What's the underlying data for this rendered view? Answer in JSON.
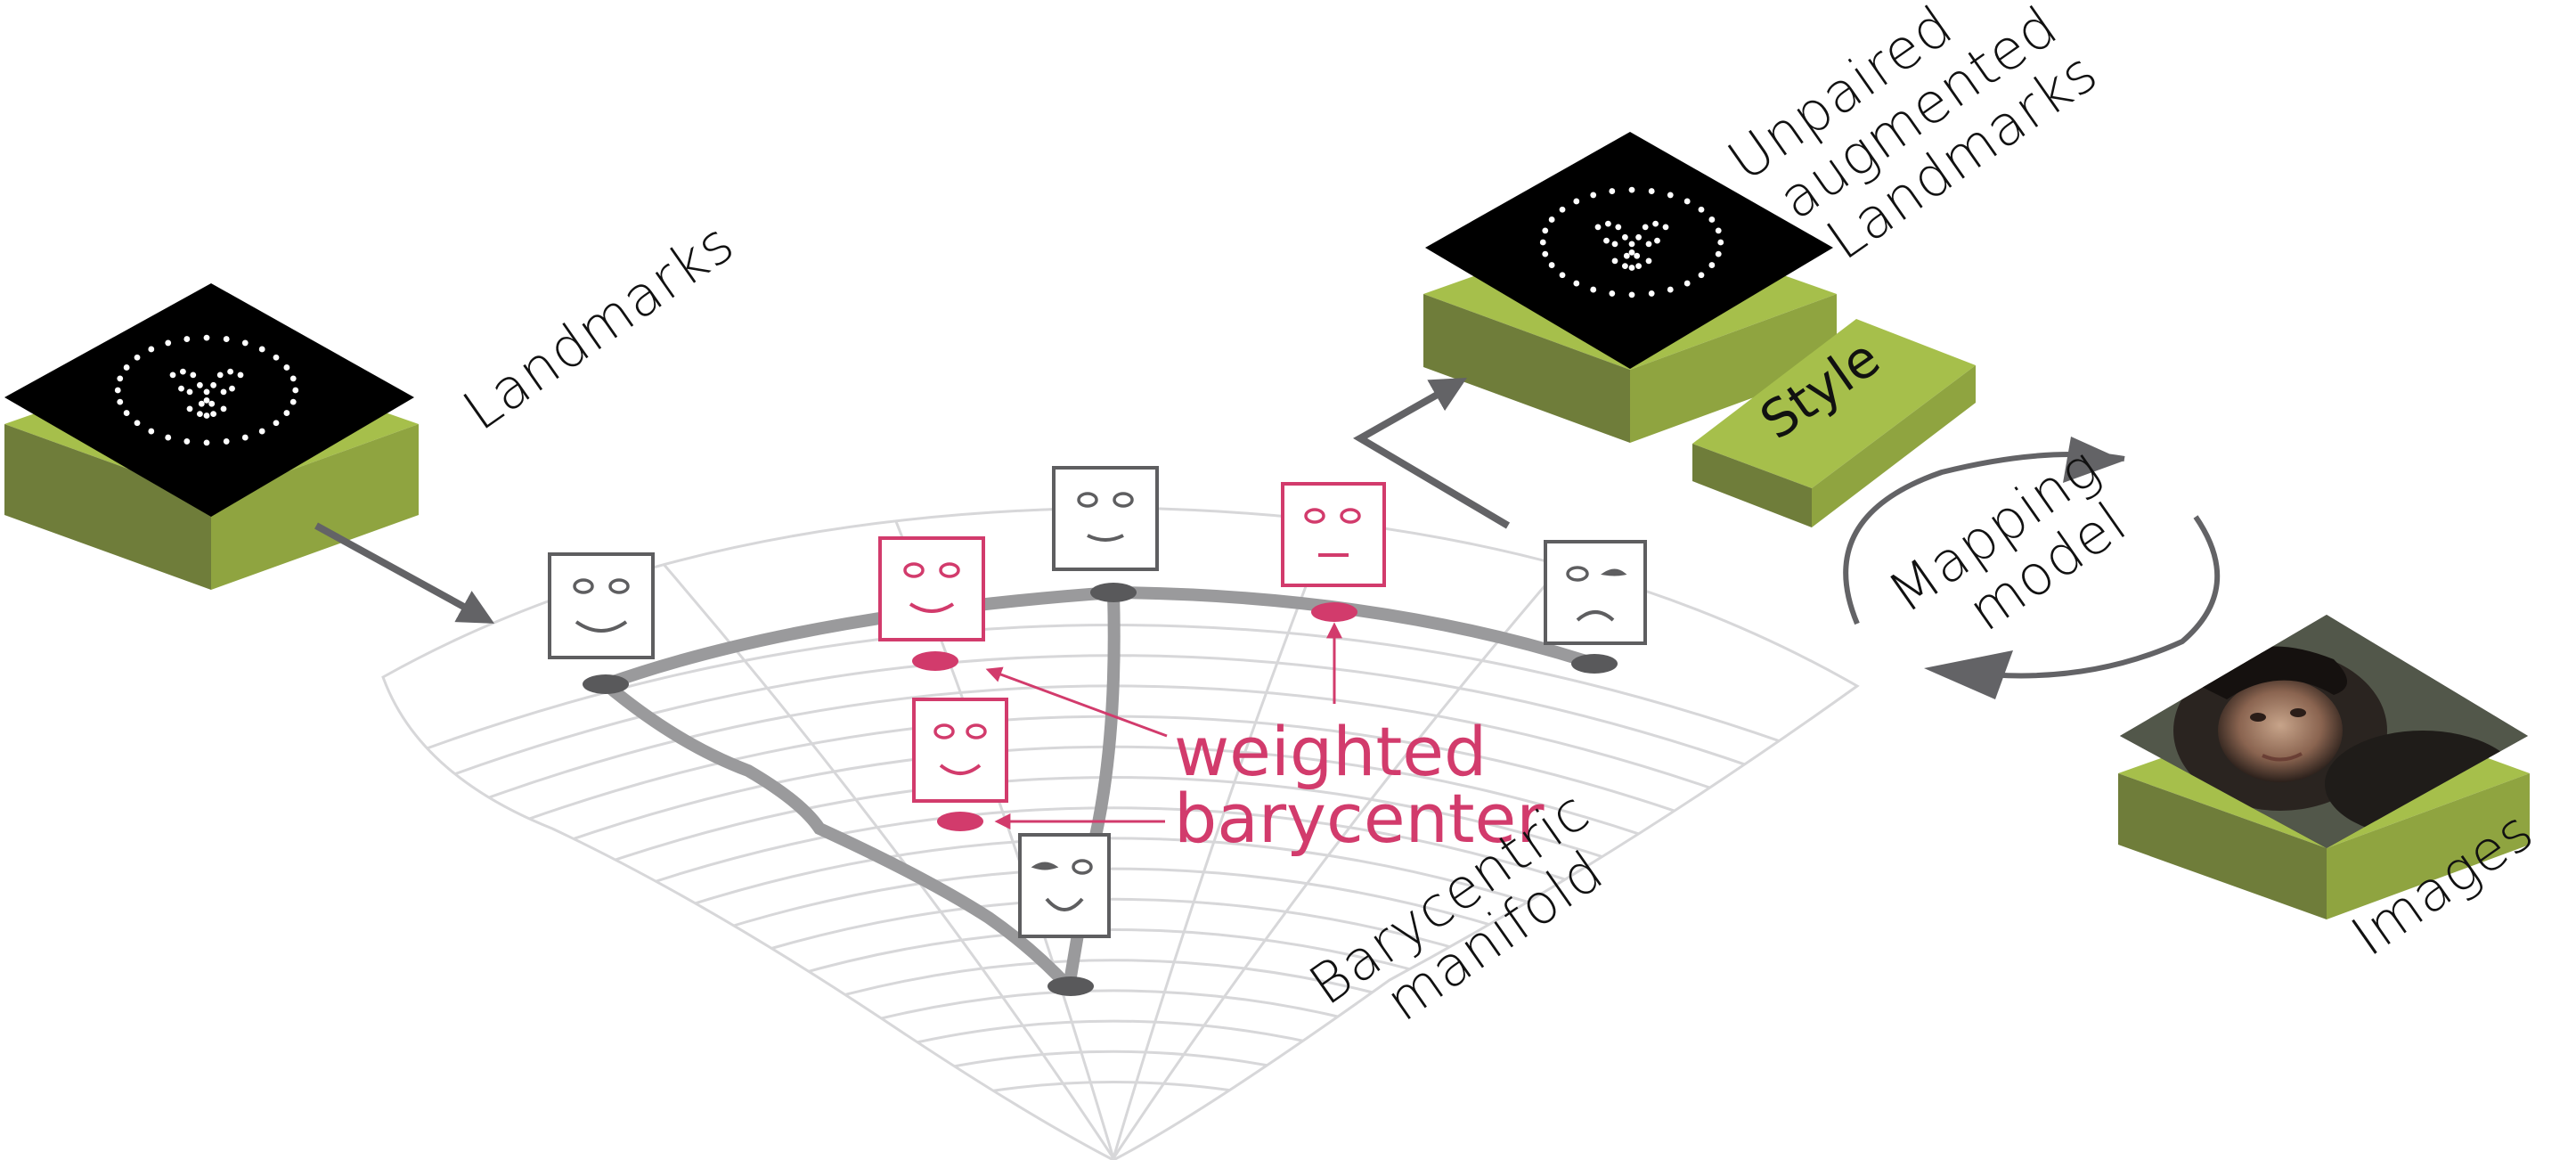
{
  "labels": {
    "landmarks": "Landmarks",
    "unpaired_line1": "Unpaired",
    "unpaired_line2": "augmented",
    "unpaired_line3": "Landmarks",
    "style": "Style",
    "mapping_line1": "Mapping",
    "mapping_line2": "model",
    "images": "Images",
    "weighted_line1": "weighted",
    "weighted_line2": "barycenter",
    "manifold_line1": "Barycentric",
    "manifold_line2": "manifold"
  },
  "colors": {
    "accent": "#d23b6c",
    "platform_top": "#a6bf4b",
    "platform_side_dark": "#6f7d3a",
    "platform_side_light": "#8fa440",
    "panel": "#000000",
    "path": "#9a9a9c",
    "node": "#59595b",
    "grid": "#d7d7d9",
    "face_stroke": "#5e5e60",
    "arrow": "#636366"
  },
  "faces": [
    {
      "expression": "smile",
      "highlighted": false
    },
    {
      "expression": "smile",
      "highlighted": true
    },
    {
      "expression": "smile",
      "highlighted": false
    },
    {
      "expression": "neutral",
      "highlighted": true
    },
    {
      "expression": "frown-wink",
      "highlighted": false
    },
    {
      "expression": "smile",
      "highlighted": true
    },
    {
      "expression": "smile-wink",
      "highlighted": false
    }
  ],
  "icons": {
    "photo": "portrait-photo-icon",
    "landmark_panel": "landmark-dots-icon"
  }
}
